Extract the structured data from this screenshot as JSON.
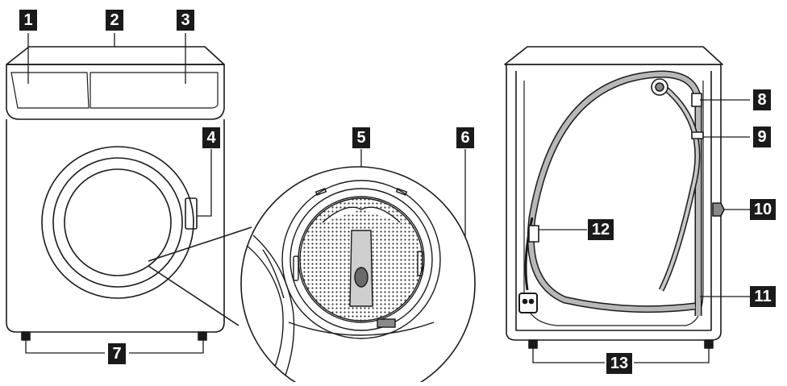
{
  "callouts": {
    "c1": "1",
    "c2": "2",
    "c3": "3",
    "c4": "4",
    "c5": "5",
    "c6": "6",
    "c7": "7",
    "c8": "8",
    "c9": "9",
    "c10": "10",
    "c11": "11",
    "c12": "12",
    "c13": "13"
  },
  "colors": {
    "line": "#1a1a1a",
    "badge_bg": "#1a1a1a",
    "badge_text": "#ffffff",
    "hose_fill": "#b8b8b8",
    "background": "#ffffff"
  }
}
